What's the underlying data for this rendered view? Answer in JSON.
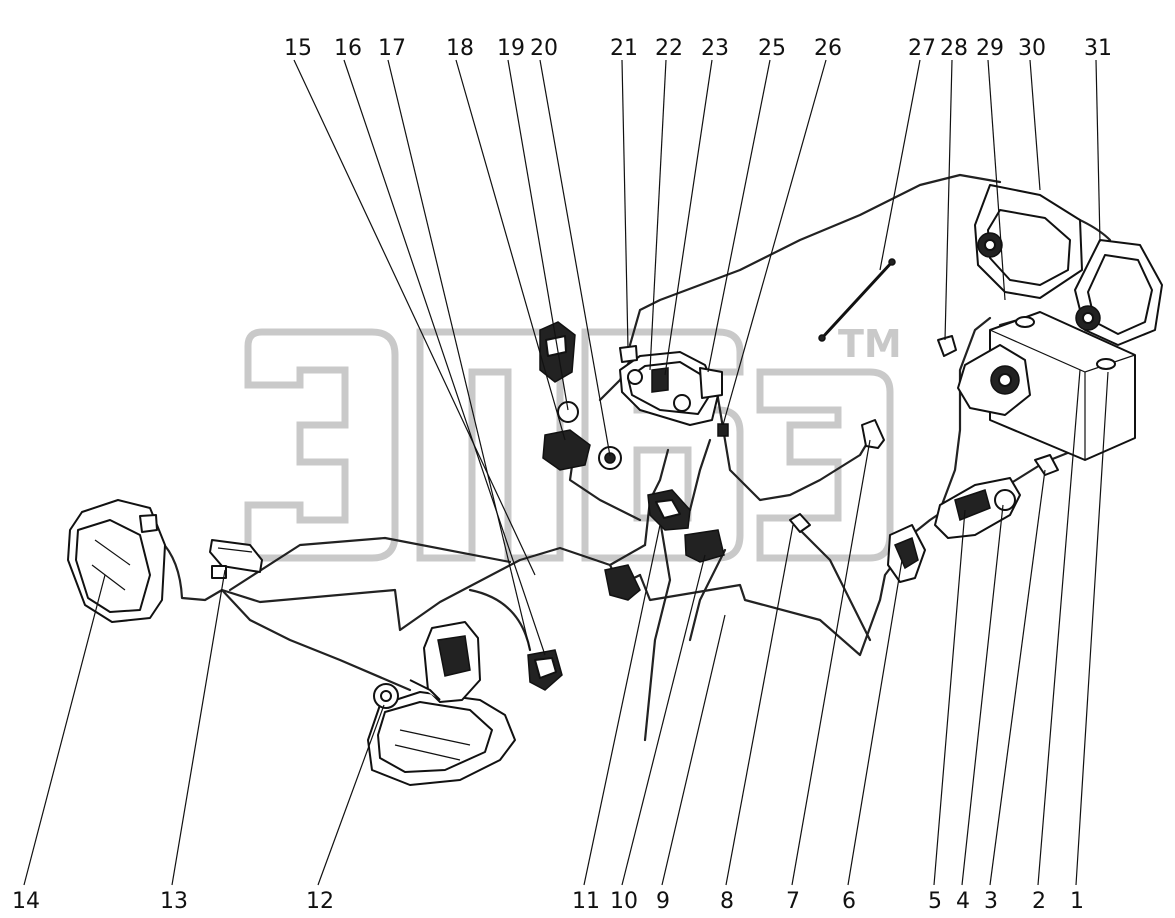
{
  "watermark": {
    "logo_text": "ЭПБ",
    "trademark": "TM"
  },
  "labels": {
    "l1": "1",
    "l2": "2",
    "l3": "3",
    "l4": "4",
    "l5": "5",
    "l6": "6",
    "l7": "7",
    "l8": "8",
    "l9": "9",
    "l10": "10",
    "l11": "11",
    "l12": "12",
    "l13": "13",
    "l14": "14",
    "l15": "15",
    "l16": "16",
    "l17": "17",
    "l18": "18",
    "l19": "19",
    "l20": "20",
    "l21": "21",
    "l22": "22",
    "l23": "23",
    "l25": "25",
    "l26": "26",
    "l27": "27",
    "l28": "28",
    "l29": "29",
    "l30": "30",
    "l31": "31"
  }
}
